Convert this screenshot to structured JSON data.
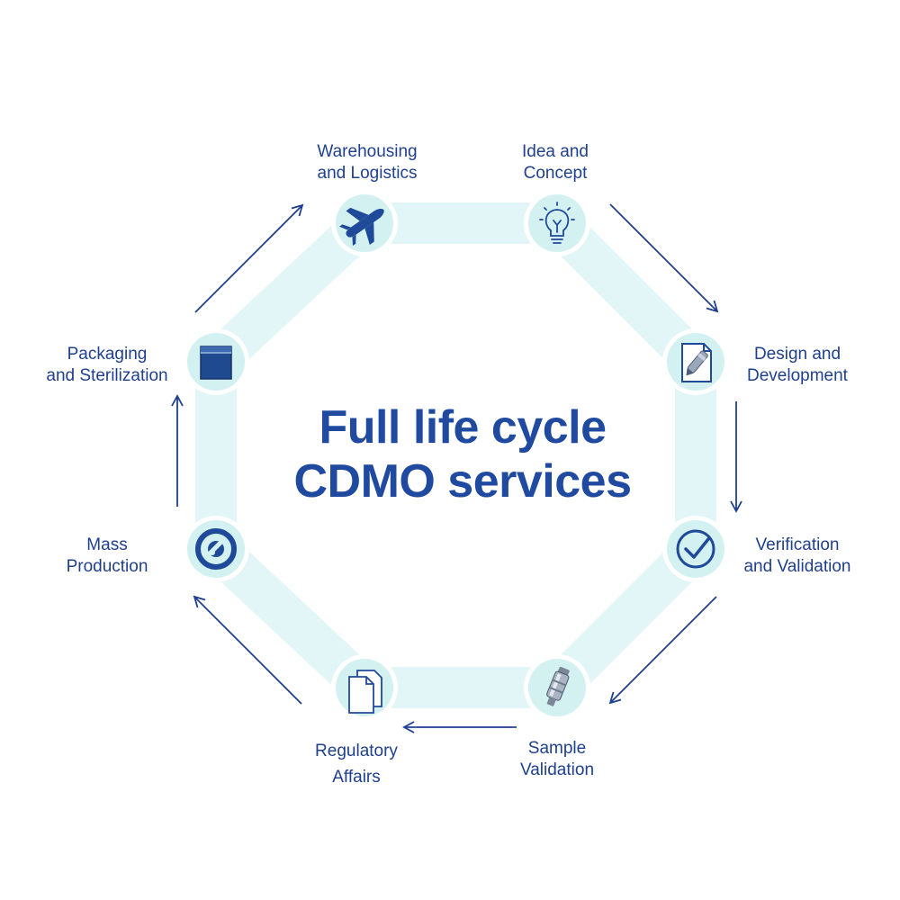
{
  "diagram": {
    "title_lines": [
      "Full life cycle",
      "CDMO services"
    ],
    "stages": [
      {
        "id": "idea",
        "lines": [
          "Idea and",
          "Concept"
        ],
        "icon": "lightbulb-icon"
      },
      {
        "id": "design",
        "lines": [
          "Design and",
          "Development"
        ],
        "icon": "document-pen-icon"
      },
      {
        "id": "verification",
        "lines": [
          "Verification",
          "and Validation"
        ],
        "icon": "checkmark-icon"
      },
      {
        "id": "sample",
        "lines": [
          "Sample",
          "Validation"
        ],
        "icon": "device-sample-icon"
      },
      {
        "id": "regulatory",
        "lines": [
          "Regulatory",
          "Affairs"
        ],
        "icon": "documents-icon"
      },
      {
        "id": "mass",
        "lines": [
          "Mass",
          "Production"
        ],
        "icon": "production-gear-icon"
      },
      {
        "id": "packaging",
        "lines": [
          "Packaging",
          "and Sterilization"
        ],
        "icon": "package-box-icon"
      },
      {
        "id": "warehousing",
        "lines": [
          "Warehousing",
          "and Logistics"
        ],
        "icon": "airplane-icon"
      }
    ],
    "colors": {
      "ring": "#e3f6f7",
      "node": "#d3f1f1",
      "icon": "#1f4a9a",
      "arrow": "#1f3f8f",
      "text": "#1f3f8f"
    }
  }
}
